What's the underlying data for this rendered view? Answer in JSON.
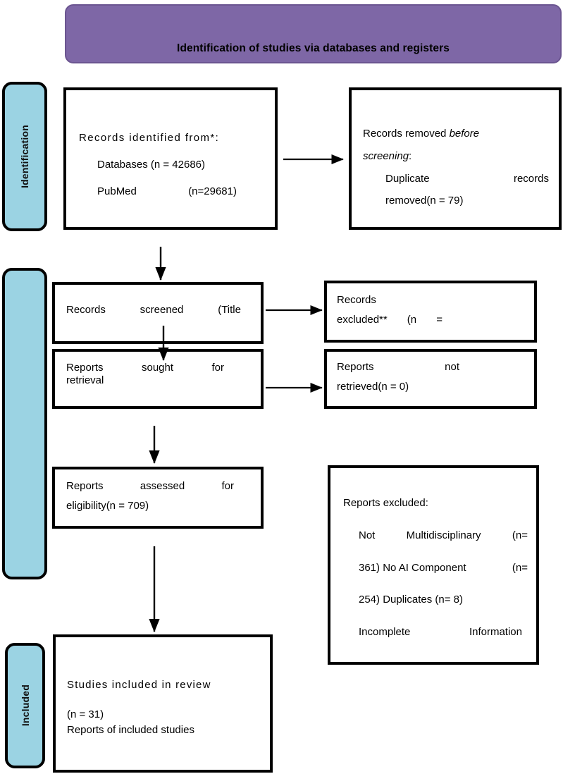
{
  "banner": {
    "title": "Identification of studies via databases and registers",
    "bg_color": "#7E67A6"
  },
  "stages": {
    "accent_color": "#9BD3E3",
    "identification": "Identification",
    "screening": "",
    "included": "Included"
  },
  "boxes": {
    "records_identified": {
      "line1": "Records  identified  from*:",
      "line2": "Databases (n = 42686)",
      "line3_left": "PubMed",
      "line3_right": "(n=29681)"
    },
    "records_removed": {
      "line1_a": "Records removed ",
      "line1_b": "before",
      "line2_a": "screening",
      "line2_b": ":",
      "line3_left": "Duplicate",
      "line3_right": "records",
      "line4": "removed(n = 79)"
    },
    "records_screened": {
      "line1_left": "Records",
      "line1_mid": "screened",
      "line1_right": "(Title"
    },
    "records_excluded": {
      "line1": "Records",
      "line2_left": "excluded**",
      "line2_mid": "(n",
      "line2_right": "="
    },
    "reports_sought": {
      "line1_left": "Reports",
      "line1_mid": "sought",
      "line1_right": "for",
      "line2": "retrieval"
    },
    "reports_not_retrieved": {
      "line1_left": "Reports",
      "line1_right": "not",
      "line2": "retrieved(n = 0)"
    },
    "reports_assessed": {
      "line1_left": "Reports",
      "line1_mid": "assessed",
      "line1_right": "for",
      "line2": "eligibility(n = 709)"
    },
    "reports_excluded": {
      "line1": "Reports excluded:",
      "line2_left": "Not",
      "line2_mid": "Multidisciplinary",
      "line2_right": "(n=",
      "line3_left": "361) No  AI  Component",
      "line3_right": "(n=",
      "line4": "254) Duplicates (n= 8)",
      "line5_left": "Incomplete",
      "line5_right": "Information"
    },
    "studies_included": {
      "line1": "Studies included in review",
      "line2": "(n = 31)",
      "line3": "Reports of included studies"
    }
  },
  "arrows": {
    "identification_to_removed": "arrow-right",
    "identification_to_screened": "arrow-down",
    "screened_to_excluded": "arrow-right",
    "screened_to_sought": "arrow-down",
    "sought_to_not_retrieved": "arrow-right",
    "sought_to_assessed": "arrow-down",
    "assessed_to_included": "arrow-down"
  }
}
